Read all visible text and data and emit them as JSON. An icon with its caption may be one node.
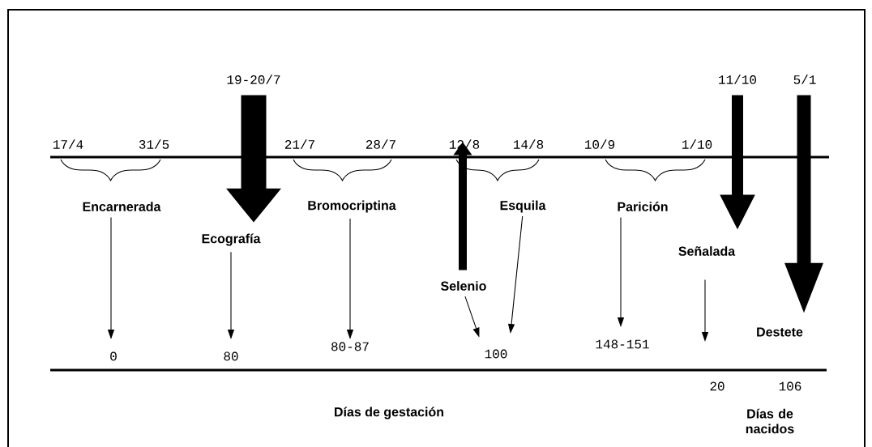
{
  "diagram": {
    "nodes": [
      {
        "text": [
          "19-20/7"
        ]
      },
      {
        "text": [
          "11/10"
        ]
      },
      {
        "text": [
          "5/1"
        ]
      },
      {
        "text": [
          "Encarnerada"
        ]
      },
      {
        "text": [
          "Bromocriptina"
        ]
      },
      {
        "text": [
          "Esquila"
        ]
      },
      {
        "text": [
          "Parición"
        ]
      },
      {
        "text": [
          "Ecografía"
        ]
      },
      {
        "text": [
          "Señalada"
        ]
      },
      {
        "text": [
          "Selenio"
        ]
      },
      {
        "text": [
          "Destete"
        ]
      },
      {
        "text": [
          "0"
        ]
      },
      {
        "text": [
          "80"
        ]
      },
      {
        "text": [
          "80-87"
        ]
      },
      {
        "text": [
          "100"
        ]
      },
      {
        "text": [
          "148-151"
        ]
      },
      {
        "text": [
          "20"
        ]
      },
      {
        "text": [
          "12/8"
        ]
      }
    ],
    "edges": [
      {
        "from": 0,
        "to": 7,
        "arrow": "to",
        "style": "thick"
      },
      {
        "from": 1,
        "to": 8,
        "arrow": "to",
        "style": "thick"
      },
      {
        "from": 2,
        "to": 10,
        "arrow": "to",
        "style": "thick"
      },
      {
        "from": 9,
        "to": 17,
        "arrow": "to",
        "style": "thick"
      },
      {
        "from": 3,
        "to": 11,
        "arrow": "to"
      },
      {
        "from": 7,
        "to": 12,
        "arrow": "to"
      },
      {
        "from": 4,
        "to": 13,
        "arrow": "to"
      },
      {
        "from": 9,
        "to": 14,
        "arrow": "to"
      },
      {
        "from": 5,
        "to": 14,
        "arrow": "to"
      },
      {
        "from": 6,
        "to": 15,
        "arrow": "to"
      },
      {
        "from": 8,
        "to": 16,
        "arrow": "to"
      }
    ],
    "labels": [
      "17/4",
      "31/5",
      "21/7",
      "28/7",
      "14/8",
      "10/9",
      "1/10",
      "106",
      "Días de gestación",
      "Días de nacidos"
    ]
  }
}
